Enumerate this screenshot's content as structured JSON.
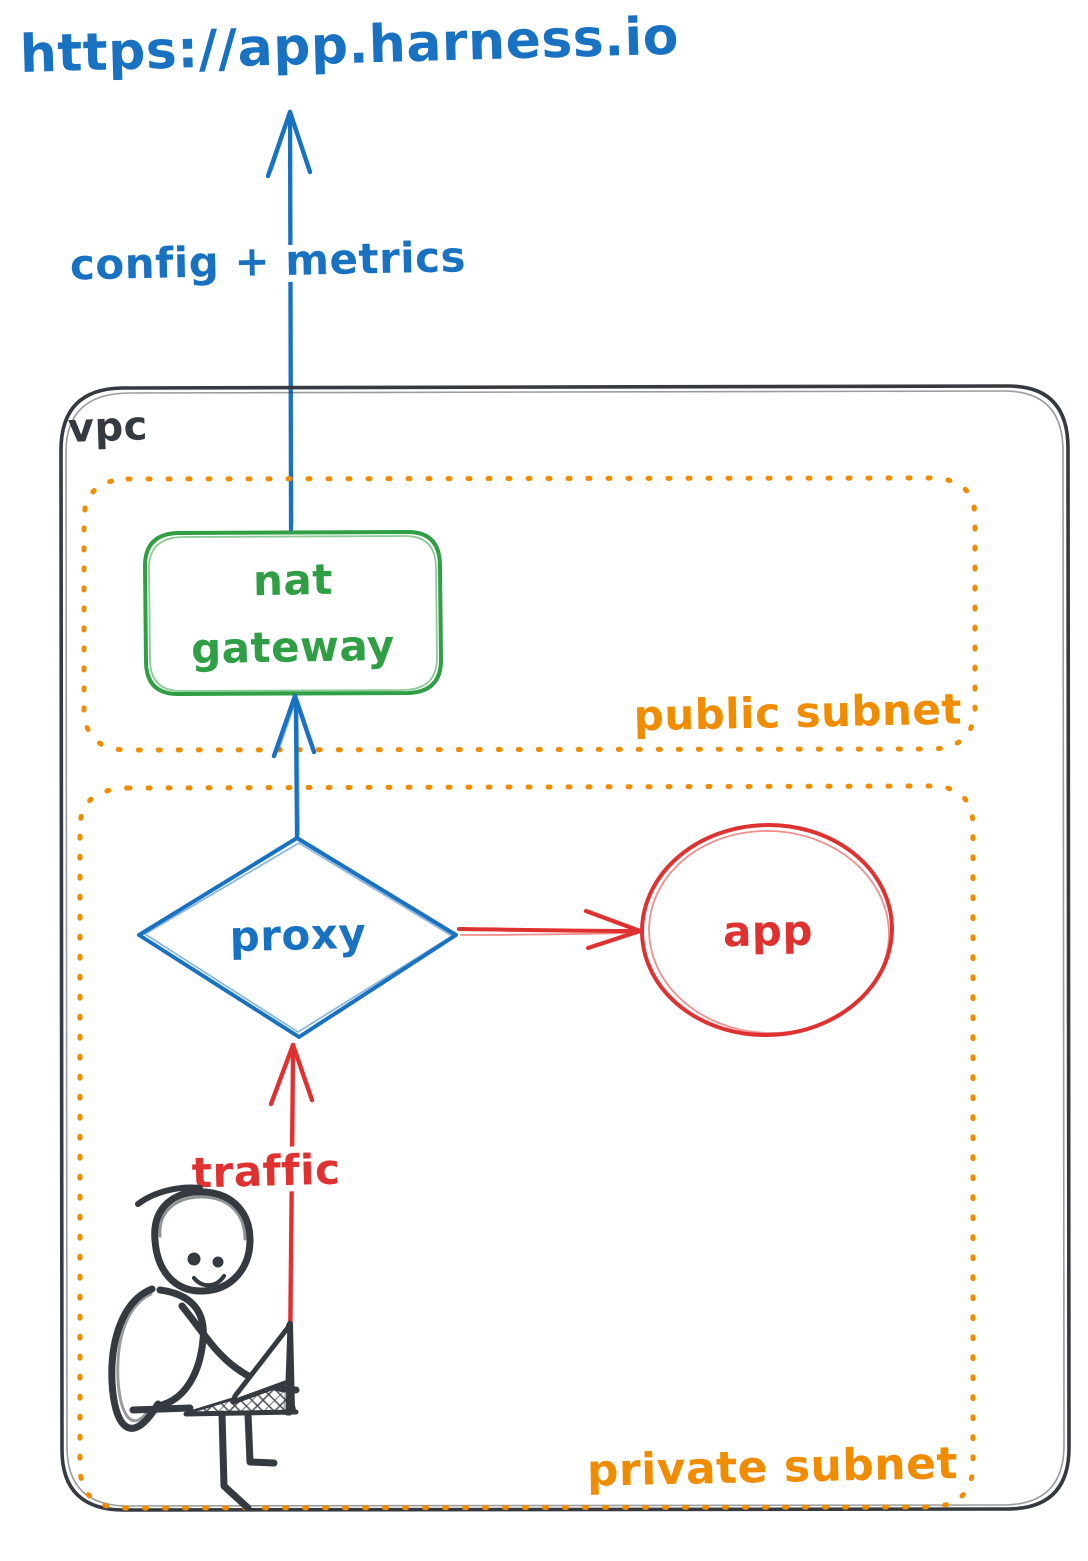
{
  "diagram": {
    "title": "https://app.harness.io",
    "style": "hand-drawn architecture diagram",
    "colors": {
      "blue": "#1971c2",
      "green": "#2f9e44",
      "orange": "#f08c00",
      "red": "#e03131",
      "black": "#343a40",
      "background": "#ffffff"
    },
    "external_endpoint": {
      "label": "https://app.harness.io",
      "color": "#1971c2"
    },
    "containers": [
      {
        "id": "vpc",
        "label": "vpc",
        "color": "#343a40",
        "border": "solid",
        "label_position": "top-left"
      },
      {
        "id": "public-subnet",
        "label": "public subnet",
        "color": "#f08c00",
        "border": "dotted",
        "label_position": "bottom-right"
      },
      {
        "id": "private-subnet",
        "label": "private subnet",
        "color": "#f08c00",
        "border": "dotted",
        "label_position": "bottom-right"
      }
    ],
    "nodes": [
      {
        "id": "nat-gateway",
        "label_line1": "nat",
        "label_line2": "gateway",
        "label": "nat gateway",
        "shape": "rounded-rectangle",
        "color": "#2f9e44",
        "parent": "public-subnet"
      },
      {
        "id": "proxy",
        "label": "proxy",
        "shape": "diamond",
        "color": "#1971c2",
        "parent": "private-subnet"
      },
      {
        "id": "app",
        "label": "app",
        "shape": "ellipse",
        "color": "#e03131",
        "parent": "private-subnet"
      },
      {
        "id": "user",
        "label": "",
        "shape": "stick-figure-with-laptop",
        "color": "#343a40",
        "parent": "private-subnet"
      }
    ],
    "edges": [
      {
        "id": "nat-to-internet",
        "from": "nat-gateway",
        "to": "https://app.harness.io",
        "label": "config + metrics",
        "color": "#1971c2",
        "direction": "up"
      },
      {
        "id": "proxy-to-nat",
        "from": "proxy",
        "to": "nat-gateway",
        "label": "",
        "color": "#1971c2",
        "direction": "up"
      },
      {
        "id": "proxy-to-app",
        "from": "proxy",
        "to": "app",
        "label": "",
        "color": "#e03131",
        "direction": "right"
      },
      {
        "id": "user-to-proxy",
        "from": "user",
        "to": "proxy",
        "label": "traffic",
        "color": "#e03131",
        "direction": "up"
      }
    ]
  }
}
